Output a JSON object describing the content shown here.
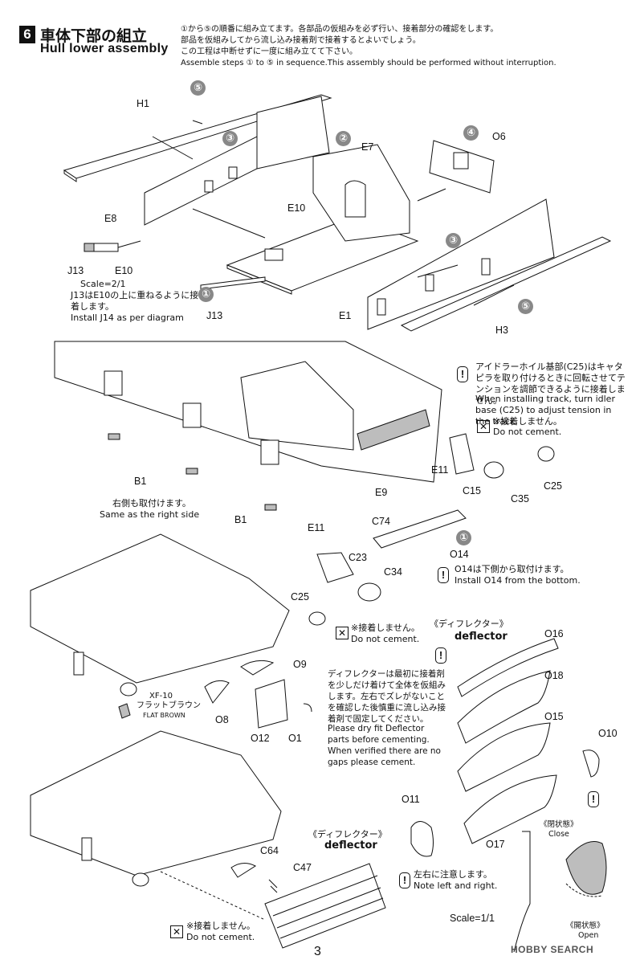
{
  "header": {
    "step": "6",
    "title_jp": "車体下部の組立",
    "title_en": "Hull lower assembly",
    "notes": [
      "①から⑤の順番に組み立てます。各部品の仮組みを必ず行い、接着部分の確認をします。",
      "部品を仮組みしてから流し込み接着剤で接着するとよいでしょう。",
      "この工程は中断せずに一度に組み立てて下さい。",
      "Assemble steps ① to ⑤ in sequence.This assembly should be performed without interruption."
    ]
  },
  "stage1": {
    "steps": [
      "⑤",
      "③",
      "②",
      "④",
      "③",
      "①",
      "⑤"
    ],
    "parts": [
      "H1",
      "E7",
      "O6",
      "E8",
      "E10",
      "J13",
      "E10",
      "J13",
      "E1",
      "H3"
    ],
    "scale": "Scale=2/1",
    "scale_note_jp": "J13はE10の上に重ねるように接着します。",
    "scale_note_en": "Install J14 as per diagram"
  },
  "stage2": {
    "idler_note_jp": "アイドラーホイル基部(C25)はキャタピラを取り付けるときに回転させてテンションを調節できるように接着しません。",
    "idler_note_en": "When installing track, turn idler base (C25) to adjust tension in the track.",
    "no_cement_jp": "※接着しません。",
    "no_cement_en": "Do not cement.",
    "right_side_jp": "右側も取付けます。",
    "right_side_en": "Same as the right side",
    "parts": [
      "B1",
      "B1",
      "E11",
      "E9",
      "C74",
      "E11",
      "C15",
      "C35",
      "C25",
      "O14",
      "C23",
      "C34",
      "C25"
    ],
    "step": "①",
    "o14_note_jp": "O14は下側から取付けます。",
    "o14_note_en": "Install O14 from the bottom.",
    "no_cement2_jp": "※接着しません。",
    "no_cement2_en": "Do not cement."
  },
  "stage3": {
    "parts": [
      "O9",
      "O8",
      "O12",
      "O1"
    ],
    "paint_code": "XF-10",
    "paint_jp": "フラットブラウン",
    "paint_en": "FLAT BROWN"
  },
  "deflector": {
    "title_jp": "《ディフレクター》",
    "title_en": "deflector",
    "note_jp": "ディフレクターは最初に接着剤を少しだけ着けて全体を仮組みします。左右でズレがないことを確認した後慎重に流し込み接着剤で固定してください。",
    "note_en": "Please dry fit Deflector parts before cementing. When verified there are no gaps please cement.",
    "parts": [
      "O16",
      "O18",
      "O15",
      "O10",
      "O11",
      "O17"
    ],
    "lr_note_jp": "左右に注意します。",
    "lr_note_en": "Note left and right.",
    "scale": "Scale=1/1",
    "close_jp": "《閉状態》",
    "close_en": "Close",
    "open_jp": "《開状態》",
    "open_en": "Open"
  },
  "stage4": {
    "deflector_title_jp": "《ディフレクター》",
    "deflector_title_en": "deflector",
    "parts": [
      "C64",
      "C47"
    ],
    "no_cement_jp": "※接着しません。",
    "no_cement_en": "Do not cement."
  },
  "footer": {
    "page": "3",
    "watermark": "HOBBY SEARCH"
  }
}
